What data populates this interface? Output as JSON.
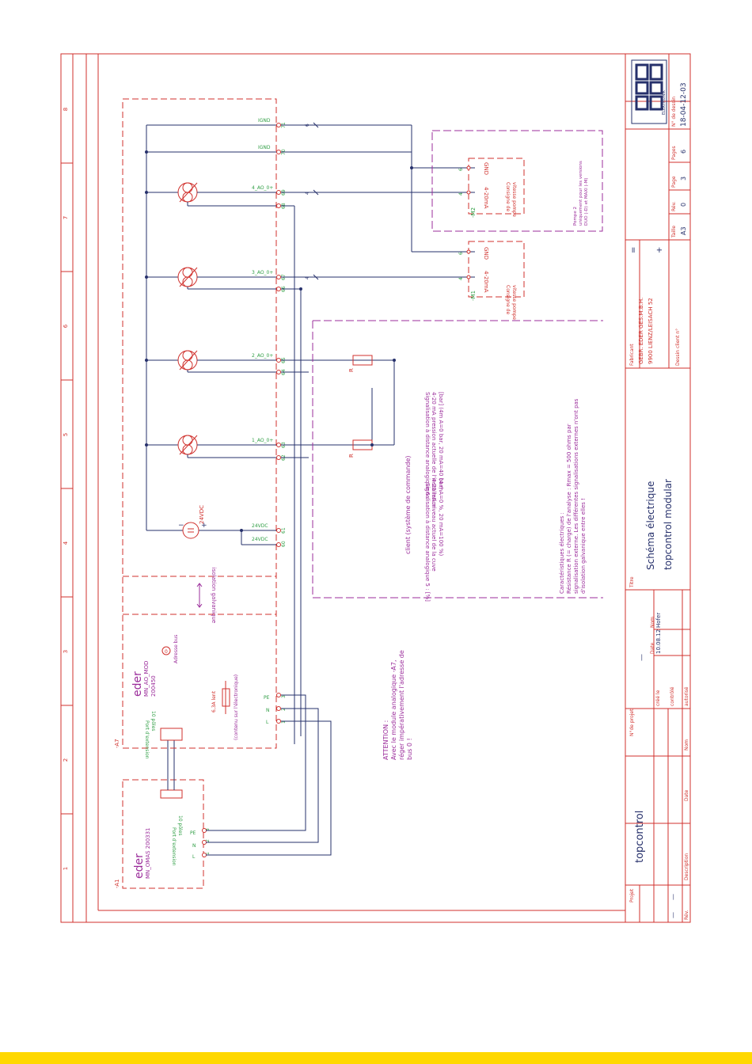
{
  "colors": {
    "frame": "#d0312d",
    "wire": "#26306b",
    "note": "#9b2d9b",
    "terminal": "#2f9e44",
    "band": "#ffd800"
  },
  "grid_numbers": [
    "1",
    "2",
    "3",
    "4",
    "5",
    "6",
    "7",
    "8"
  ],
  "title_block": {
    "project_label": "Projet",
    "project": "topcontrol",
    "project_no_label": "N°de projet",
    "project_no": "—",
    "rev_label": "Rév.",
    "desc_label": "Description",
    "date_label": "Date",
    "name_label": "Nom",
    "rev_rows": [
      "—",
      "—"
    ],
    "created_label": "créé le",
    "created_date": "10.08.12",
    "created_name": "Hofer",
    "checked_label": "contrôlé",
    "authorized_label": "autorisé",
    "title_label": "Titre",
    "title_line1": "Schéma électrique",
    "title_line2": "topcontrol modular",
    "manufacturer_label": "Fabricant",
    "manufacturer_line1": "GEBR. EDER GES.M.B.H.",
    "manufacturer_line2": "9900 LIENZ/LEISACH 52",
    "client_drawing_label": "Dessin client n°",
    "eq_mark": "=",
    "plus_mark": "+",
    "size_label": "Taille",
    "size": "A3",
    "rev_no_label": "Rév.",
    "rev_no": "0",
    "page_label": "Page",
    "page": "3",
    "pages_label": "Pages",
    "pages": "6",
    "drawing_no_label": "N° de dessin",
    "drawing_no": "18-04-12-03",
    "logo": "eder",
    "logo_sub": "ELEKTRONIK"
  },
  "a1": {
    "tag": "-A1",
    "brand": "eder",
    "model": "MN_OMAS  200331",
    "port": "Port d'extension",
    "port2": "10 pôles",
    "terms": [
      "PE",
      "N",
      "L"
    ],
    "term_nums": [
      "3",
      "2",
      "1"
    ]
  },
  "a7": {
    "tag": "-A7",
    "brand": "eder",
    "model": "MN_AO_MOD",
    "code": "200450",
    "bus_addr": "Adresse bus",
    "bus_val": "0",
    "port": "Port d'extension",
    "port2": "10 pôles",
    "fuse": "6,3A lent",
    "fuse_note": "(contenu sur l'électronique)",
    "isolation": "isolation galvanique",
    "terms": [
      "PE",
      "N",
      "L"
    ],
    "term_nums": [
      "3",
      "2",
      "1"
    ],
    "supply": "24VDC",
    "analog_terms": [
      {
        "plus_label": "24VDC",
        "minus_label": "24VDC",
        "plus_num": "60",
        "minus_num": "61"
      },
      {
        "plus_label": "1_AO_0+",
        "num_a": "62",
        "num_b": "63"
      },
      {
        "plus_label": "2_AO_0+",
        "num_a": "64",
        "num_b": "65"
      },
      {
        "plus_label": "3_AO_0+",
        "num_a": "66",
        "num_b": "67"
      },
      {
        "plus_label": "4_AO_0+",
        "num_a": "68",
        "num_b": "69"
      }
    ],
    "gnd_terms": [
      {
        "label": "IGND",
        "num": "70"
      },
      {
        "label": "IGND",
        "num": "71"
      }
    ]
  },
  "wire_nums": [
    "4",
    "4",
    "4",
    "6"
  ],
  "res_label": "R",
  "client_label": "client (système de commande)",
  "signal5_lines": [
    "Signalisation à distance analogique 5 : [%]",
    "4-20 mA niveau actuel de la cuve",
    "(4 mA=0 %, 20 mA=100 %)"
  ],
  "signal6_lines": [
    "Signalisation à distance analogique 6 :",
    "4-20 mA pression actuelle de l'installation",
    "[bar] (4m A=0 bar, 20 mA=40 bar)"
  ],
  "characteristics_lines": [
    "Caractéristiques électriques :",
    "Résistance R (= charge) de l'analyse :  Rmax = 500 ohms par",
    "signalisation externe. Les différentes signalisations externes n'ont pas",
    "d'isolation galvanique entre elles !"
  ],
  "attention_lines": [
    "ATTENTION :",
    "Avec le module analogique -A7,",
    "réger impérativement l'adresse de",
    "bus 0 !"
  ],
  "pumps": [
    {
      "tag": "-M1",
      "in": "4-20mA",
      "gnd": "GND",
      "num_in": "4",
      "num_gnd": "6",
      "desc1": "Consigne de",
      "desc2": "vitesse pompe"
    },
    {
      "tag": "-M2",
      "in": "4-20mA",
      "gnd": "GND",
      "num_in": "4",
      "num_gnd": "6",
      "desc1": "Consigne de",
      "desc2": "vitesse pompe"
    }
  ],
  "pump2_note": [
    "Pompe 2",
    "uniquement pour les versions",
    "DUO (-D) et MAXI (-M)"
  ]
}
